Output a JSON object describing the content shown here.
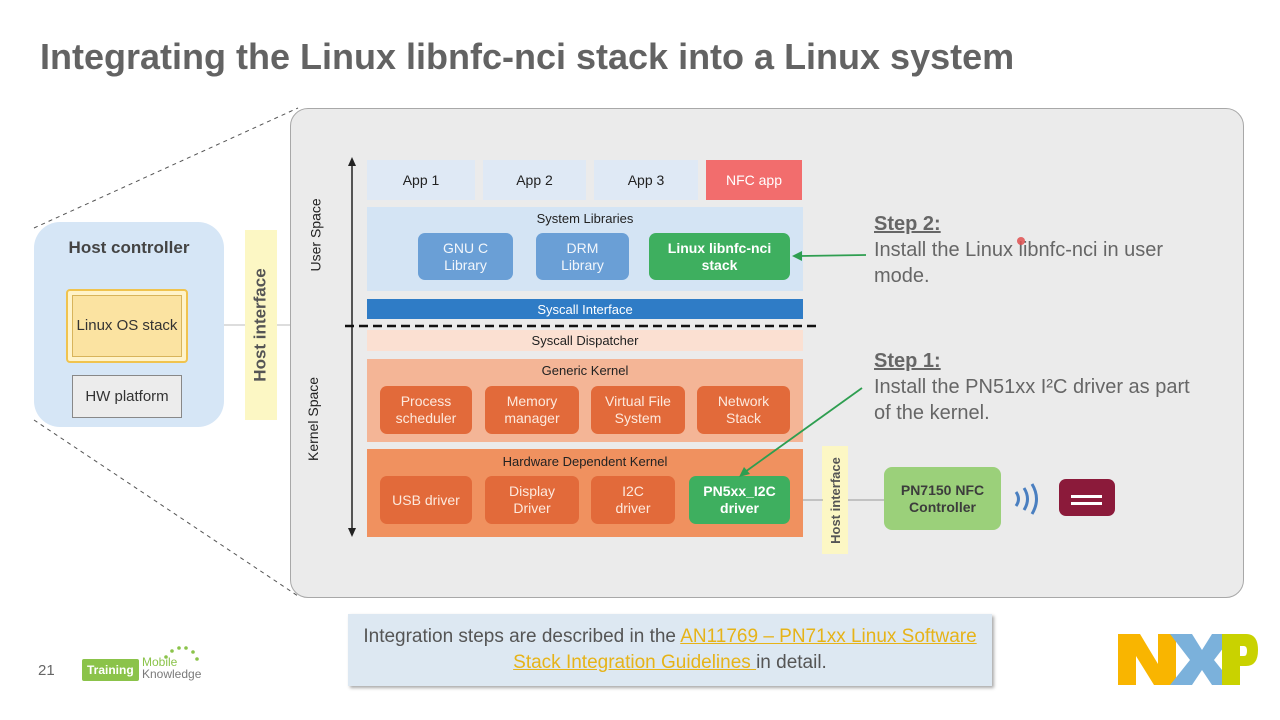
{
  "title": "Integrating the Linux libnfc-nci stack into a Linux system",
  "host": {
    "title": "Host controller",
    "os_stack": "Linux OS stack",
    "hw_platform": "HW platform",
    "interface_label": "Host interface"
  },
  "diagram": {
    "user_space": "User Space",
    "kernel_space": "Kernel Space",
    "apps": [
      "App 1",
      "App 2",
      "App 3",
      "NFC app"
    ],
    "system_libraries": {
      "title": "System Libraries",
      "items": [
        "GNU C Library",
        "DRM Library",
        "Linux libnfc-nci stack"
      ]
    },
    "syscall_interface": "Syscall Interface",
    "syscall_dispatcher": "Syscall Dispatcher",
    "generic_kernel": {
      "title": "Generic Kernel",
      "items": [
        "Process scheduler",
        "Memory manager",
        "Virtual File System",
        "Network Stack"
      ]
    },
    "hw_kernel": {
      "title": "Hardware Dependent Kernel",
      "items": [
        "USB driver",
        "Display Driver",
        "I2C driver",
        "PN5xx_I2C driver"
      ]
    },
    "host_interface": "Host interface",
    "nfc_controller": "PN7150 NFC Controller"
  },
  "steps": {
    "step2_heading": "Step 2:",
    "step2_text": "Install the Linux libnfc-nci in user mode.",
    "step1_heading": "Step 1:",
    "step1_text": "Install the PN51xx I²C driver as part of the kernel."
  },
  "note": {
    "prefix": "Integration steps are described in the ",
    "link": "AN11769 – PN71xx Linux Software Stack Integration Guidelines ",
    "suffix": "in detail."
  },
  "footer": {
    "page_number": "21",
    "badge": "Training",
    "brand_line1": "Mobile",
    "brand_line2": "Knowledge",
    "logo": "NXP"
  },
  "colors": {
    "accent_green": "#3eaf5f",
    "kernel_orange": "#e26a3a",
    "library_blue": "#6a9fd6",
    "nfc_app_red": "#f26d6d",
    "link_yellow": "#e6b318"
  }
}
